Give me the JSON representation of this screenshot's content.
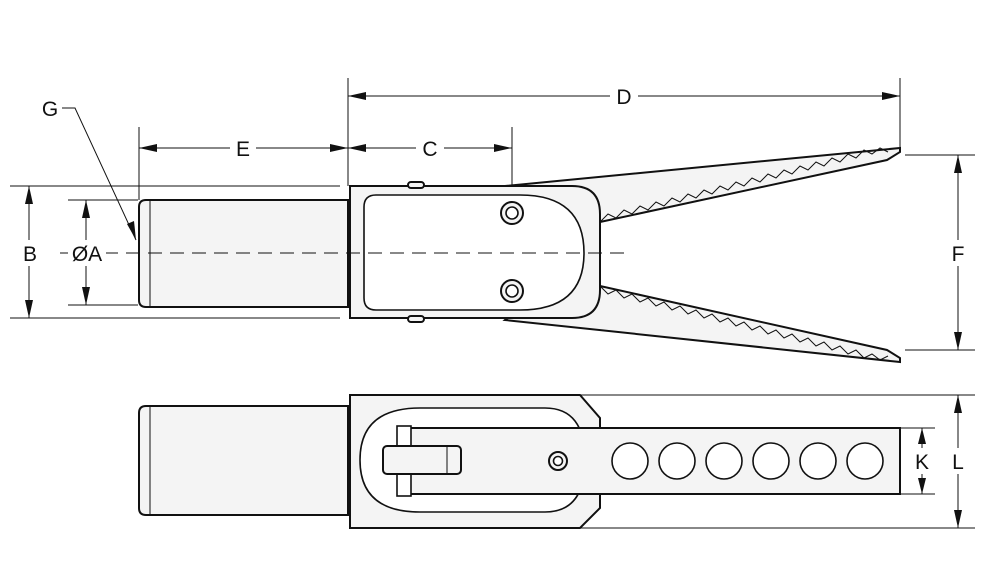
{
  "drawing": {
    "title": "",
    "dimension_labels": {
      "A": "ØA",
      "B": "B",
      "C": "C",
      "D": "D",
      "E": "E",
      "F": "F",
      "G": "G",
      "K": "K",
      "L": "L"
    }
  }
}
